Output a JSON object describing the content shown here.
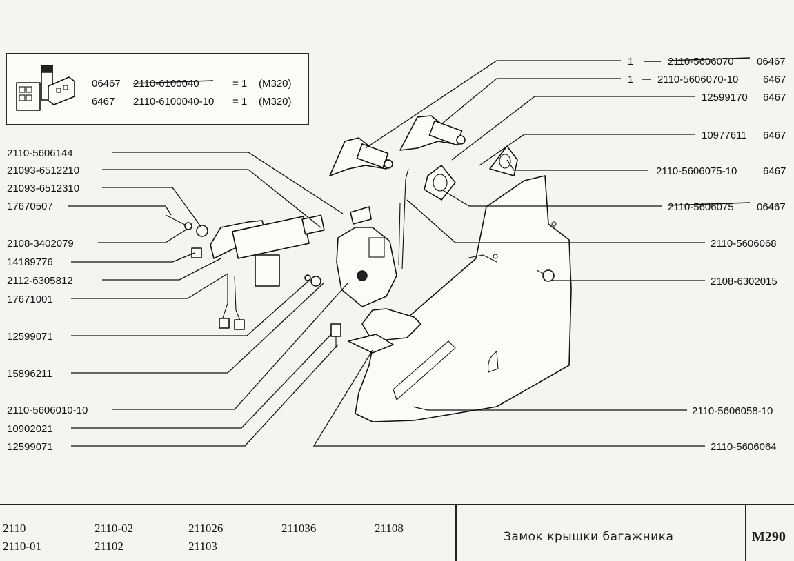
{
  "box": {
    "row1": {
      "code": "06467",
      "part": "2110-6100040",
      "eq": "= 1",
      "ref": "(M320)"
    },
    "row2": {
      "code": "6467",
      "part": "2110-6100040-10",
      "eq": "= 1",
      "ref": "(M320)"
    }
  },
  "left_labels": [
    "2110-5606144",
    "21093-6512210",
    "21093-6512310",
    "17670507",
    "2108-3402079",
    "14189776",
    "2112-6305812",
    "17671001",
    "12599071",
    "15896211",
    "2110-5606010-10",
    "10902021",
    "12599071"
  ],
  "right_labels": [
    {
      "qty": "1",
      "part": "2110-5606070",
      "code": "06467"
    },
    {
      "qty": "1",
      "part": "2110-5606070-10",
      "code": "6467"
    },
    {
      "qty": "",
      "part": "12599170",
      "code": "6467"
    },
    {
      "qty": "",
      "part": "10977611",
      "code": "6467"
    },
    {
      "qty": "",
      "part": "2110-5606075-10",
      "code": "6467"
    },
    {
      "qty": "",
      "part": "2110-5606075",
      "code": "06467"
    },
    {
      "qty": "",
      "part": "2110-5606068",
      "code": ""
    },
    {
      "qty": "",
      "part": "2108-6302015",
      "code": ""
    },
    {
      "qty": "",
      "part": "2110-5606058-10",
      "code": ""
    },
    {
      "qty": "",
      "part": "2110-5606064",
      "code": ""
    }
  ],
  "footer": {
    "models": [
      "2110",
      "2110-02",
      "211026",
      "211036",
      "21108",
      "2110-01",
      "21102",
      "21103"
    ],
    "title": "Замок крышки багажника",
    "sheet": "M290"
  }
}
